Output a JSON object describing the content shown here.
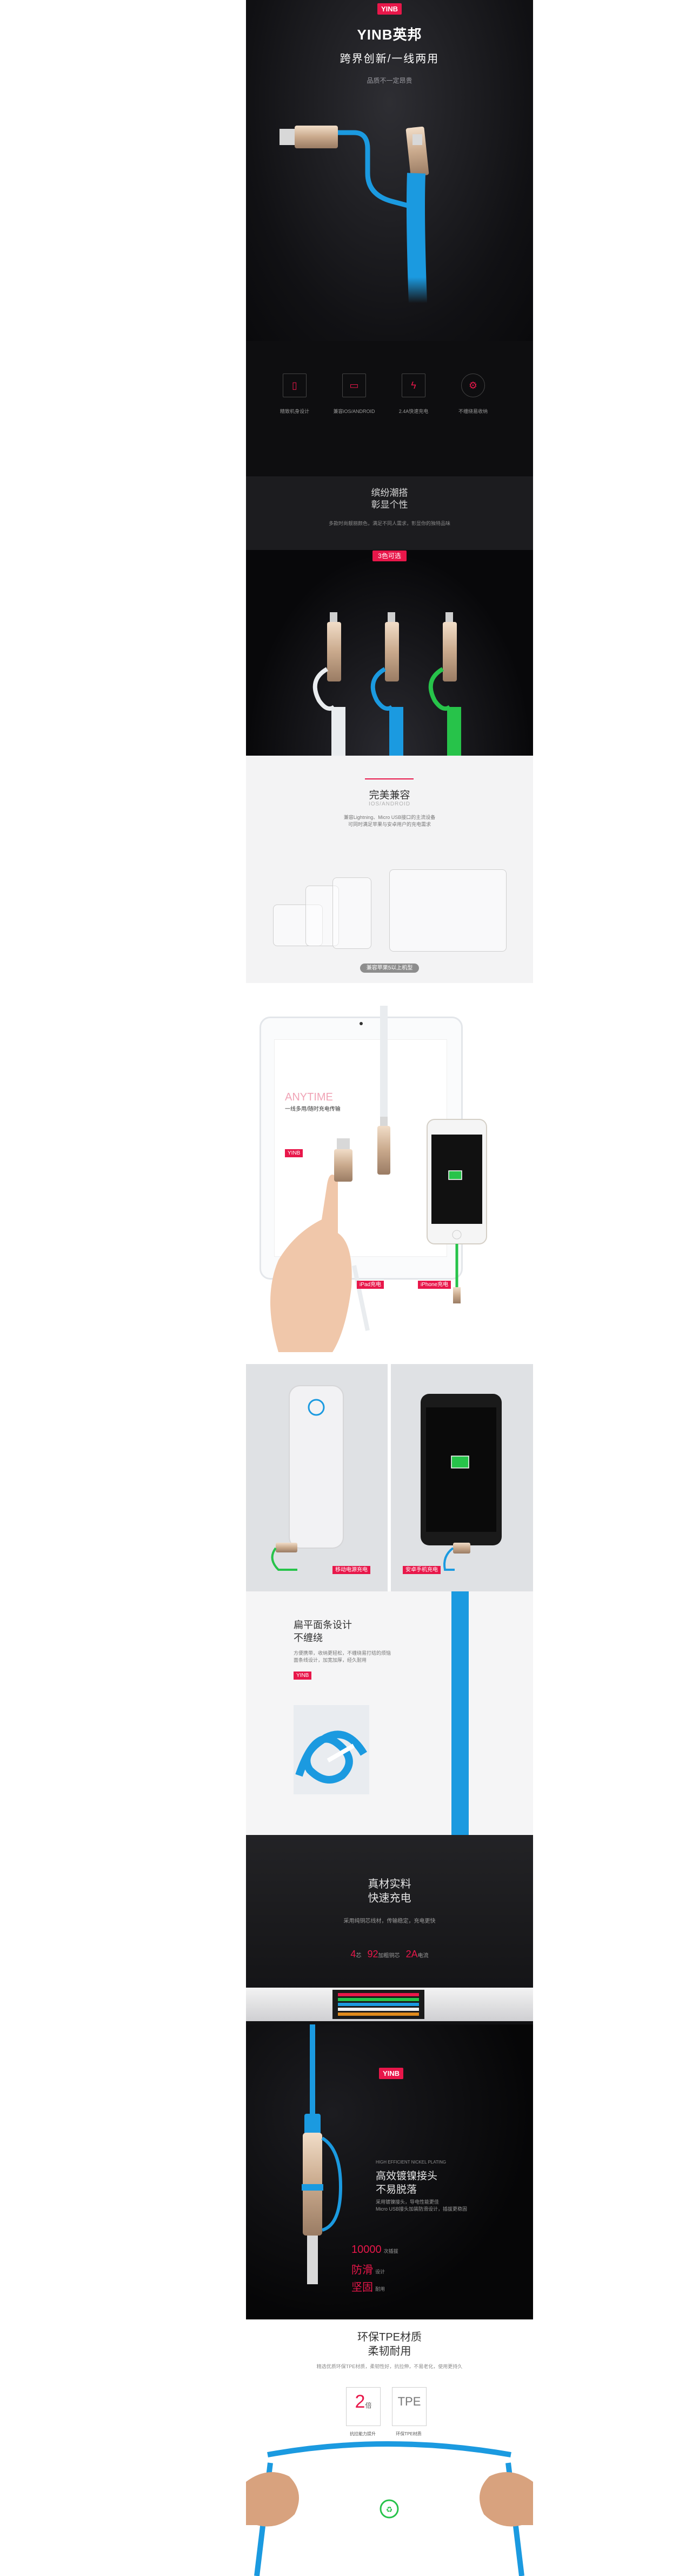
{
  "colors": {
    "accent": "#e8174a",
    "cable_blue": "#1b9ae0",
    "cable_green": "#27c34a",
    "cable_white": "#e9ecef"
  },
  "hero": {
    "badge": "YINB",
    "logo": "YINB英邦",
    "title": "跨界创新/一线两用",
    "tagline": "品质不一定昂贵"
  },
  "features": [
    {
      "icon": "phone-icon",
      "label": "精致机身设计"
    },
    {
      "icon": "tablet-icon",
      "label": "兼容iOS/ANDROID"
    },
    {
      "icon": "bolt-icon",
      "label": "2.4A快速充电"
    },
    {
      "icon": "gear-icon",
      "label": "不缠绕易收纳"
    }
  ],
  "band": {
    "title_line1": "缤纷潮搭",
    "title_line2": "彰显个性",
    "subtitle": "多款时尚靓丽颜色，满足不同人需求，彰显你的独特品味"
  },
  "colors_section": {
    "badge": "3色可选"
  },
  "compat": {
    "title": "完美兼容",
    "en": "IOS/ANDROID",
    "desc_line1": "兼容Lightning、Micro USB接口的主流设备",
    "desc_line2": "可同时满足苹果与安卓用户的充电需求",
    "pill": "兼容苹果5以上机型"
  },
  "ipad": {
    "anytime": "ANYTIME",
    "headline": "一线多用/随时充电传输",
    "badge": "YINB",
    "label_ipad": "iPad充电",
    "label_iphone": "iPhone充电"
  },
  "panels": {
    "label_power": "移动电源充电",
    "label_android": "安卓手机充电"
  },
  "flat": {
    "title_line1": "扁平面条设计",
    "title_line2": "不缠绕",
    "desc_line1": "方便携带，收纳更轻松，不缠绕易打结的烦恼",
    "desc_line2": "面条线设计，加宽加厚，经久耐用",
    "badge": "YINB"
  },
  "material": {
    "title_line1": "真材实料",
    "title_line2": "快速充电",
    "desc": "采用纯铜芯线材，传输稳定，充电更快",
    "stat_a_num": "4",
    "stat_a_lbl": "芯",
    "stat_b_num": "92",
    "stat_b_lbl": "加粗铜芯",
    "stat_c_num": "2A",
    "stat_c_lbl": "电流"
  },
  "plug": {
    "badge": "YINB",
    "en": "HIGH EFFICIENT NICKEL PLATING",
    "title_line1": "高效镀镍接头",
    "title_line2": "不易脱落",
    "desc_line1": "采用镀镍接头，导电性能更佳",
    "desc_line2": "Micro USB接头加装防滑设计，插拔更稳固",
    "stat1": "10000",
    "stat1_lbl": "次插拔",
    "stat2": "防滑",
    "stat2_lbl": "设计",
    "stat3": "坚固",
    "stat3_lbl": "耐用"
  },
  "tpe": {
    "title_line1": "环保TPE材质",
    "title_line2": "柔韧耐用",
    "desc": "精选优质环保TPE材质，柔韧性好，抗拉伸，不易老化，使用更持久",
    "box1_big": "2",
    "box1_small": "倍",
    "box1_label": "抗拉能力提升",
    "box2_big": "TPE",
    "box2_label": "环保TPE材质"
  }
}
